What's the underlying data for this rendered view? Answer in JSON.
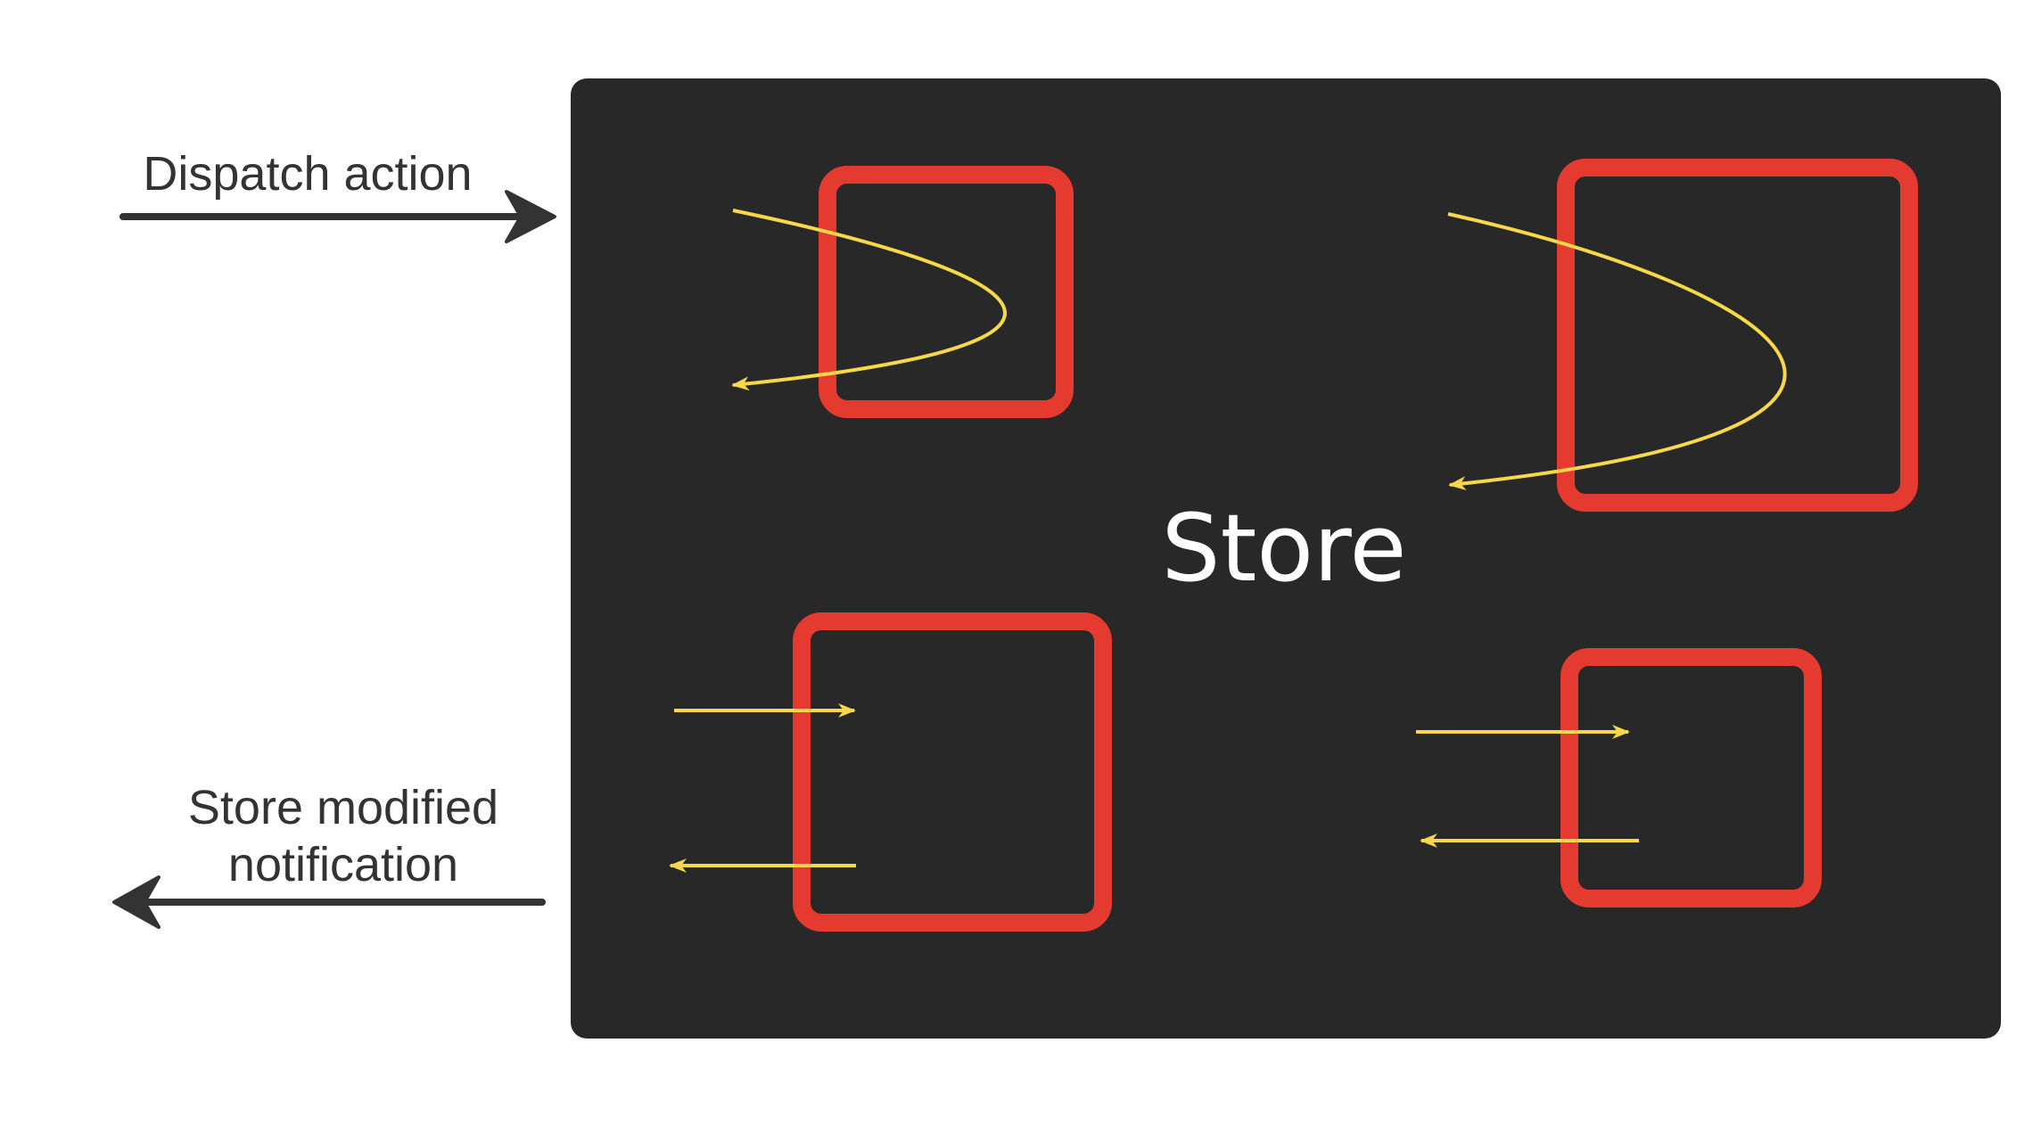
{
  "diagram": {
    "store_label": "Store",
    "input_arrow_label": "Dispatch action",
    "output_arrow_label_line1": "Store modified",
    "output_arrow_label_line2": "notification"
  },
  "colors": {
    "store_background": "#282828",
    "component_border": "#e53a2f",
    "flow_arrow": "#f6d84a",
    "external_arrow": "#333333",
    "text_dark": "#333333",
    "text_light": "#ffffff"
  }
}
